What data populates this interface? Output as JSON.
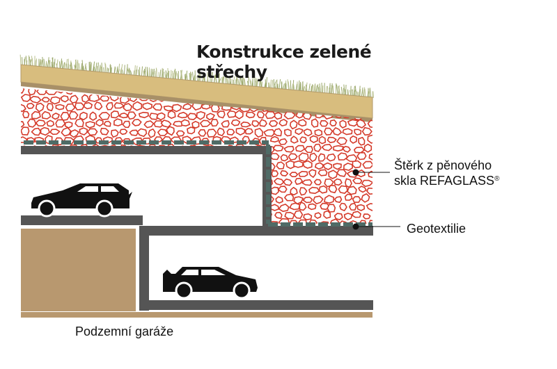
{
  "title": "Konstrukce zelené střechy",
  "labels": {
    "foam_glass_line1": "Štěrk z pěnového",
    "foam_glass_line2": "skla REFAGLASS",
    "foam_glass_mark": "®",
    "geotextile": "Geotextilie",
    "garages": "Podzemní garáže"
  },
  "colors": {
    "grass": "#9aa86a",
    "soil": "#d8bd7e",
    "soil_border": "#a89068",
    "structure": "#555555",
    "geotextile": "#4f6b66",
    "gravel_outline": "#d43a2a",
    "earth": "#b8986f",
    "car": "#111111"
  },
  "icons": [
    "car-icon",
    "car-icon"
  ]
}
